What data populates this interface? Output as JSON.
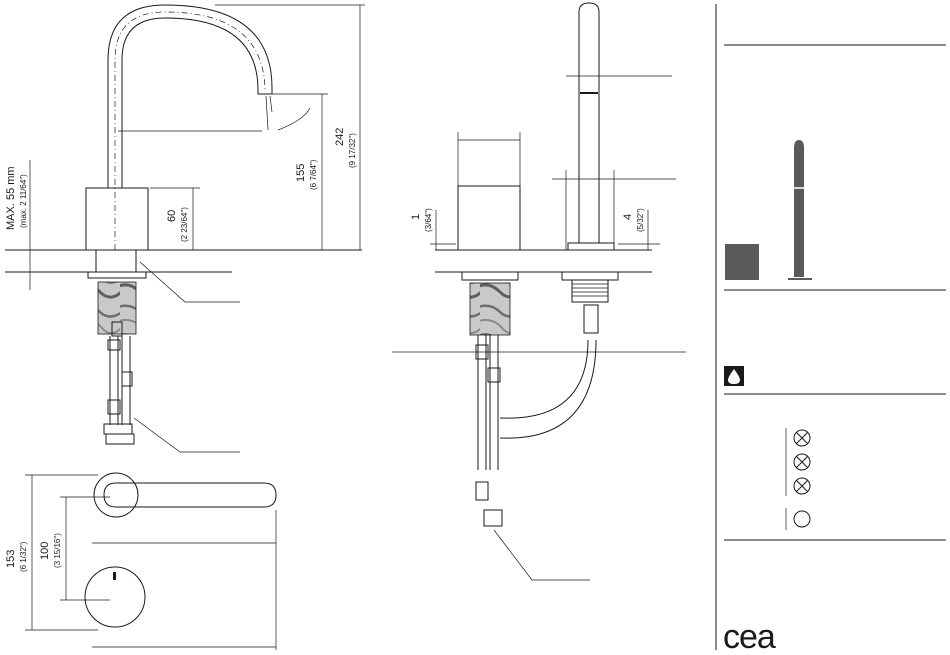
{
  "dimensions": {
    "max_thickness": "MAX. 55 mm",
    "max_thickness_inch": "(max. 2 11/64\")",
    "height_body": "60",
    "height_body_inch": "(2 23/64\")",
    "height_spout": "155",
    "height_spout_inch": "(6 7/64\")",
    "height_total": "242",
    "height_total_inch": "(9 17/32\")",
    "plate_thickness": "1",
    "plate_thickness_inch": "(3/64\")",
    "rod_thickness": "4",
    "rod_thickness_inch": "(5/32\")",
    "plan_width": "153",
    "plan_width_inch": "(6 1/32\")",
    "plan_centres": "100",
    "plan_centres_inch": "(3 15/16\")"
  },
  "brand": {
    "logo_text": "cea",
    "swatch_color": "#5a5a5a"
  },
  "colors": {
    "ink": "#1a1a1a",
    "marble_light": "#c8c8c8",
    "marble_dark": "#6e6e6e"
  },
  "icons": [
    "water-drop-icon",
    "crossed-circle-icon",
    "crossed-circle-icon",
    "crossed-circle-icon",
    "empty-circle-icon"
  ]
}
